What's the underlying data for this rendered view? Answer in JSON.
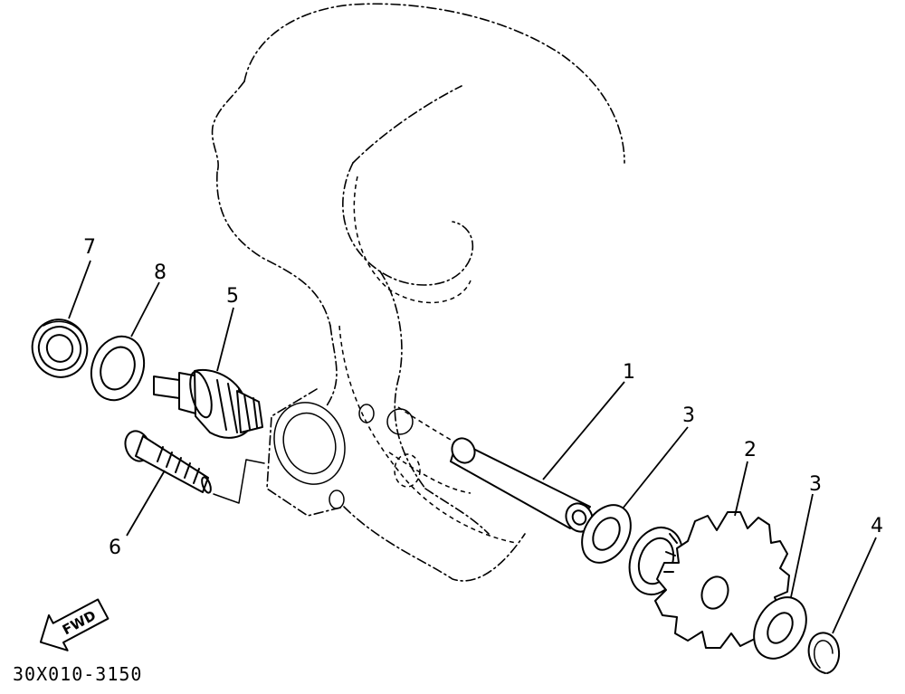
{
  "diagram": {
    "part_number": "30X010-3150",
    "fwd_label": "FWD",
    "callouts": [
      "1",
      "2",
      "3",
      "3",
      "4",
      "5",
      "6",
      "7",
      "8"
    ]
  },
  "colors": {
    "ink": "#000000",
    "paper": "#ffffff"
  }
}
